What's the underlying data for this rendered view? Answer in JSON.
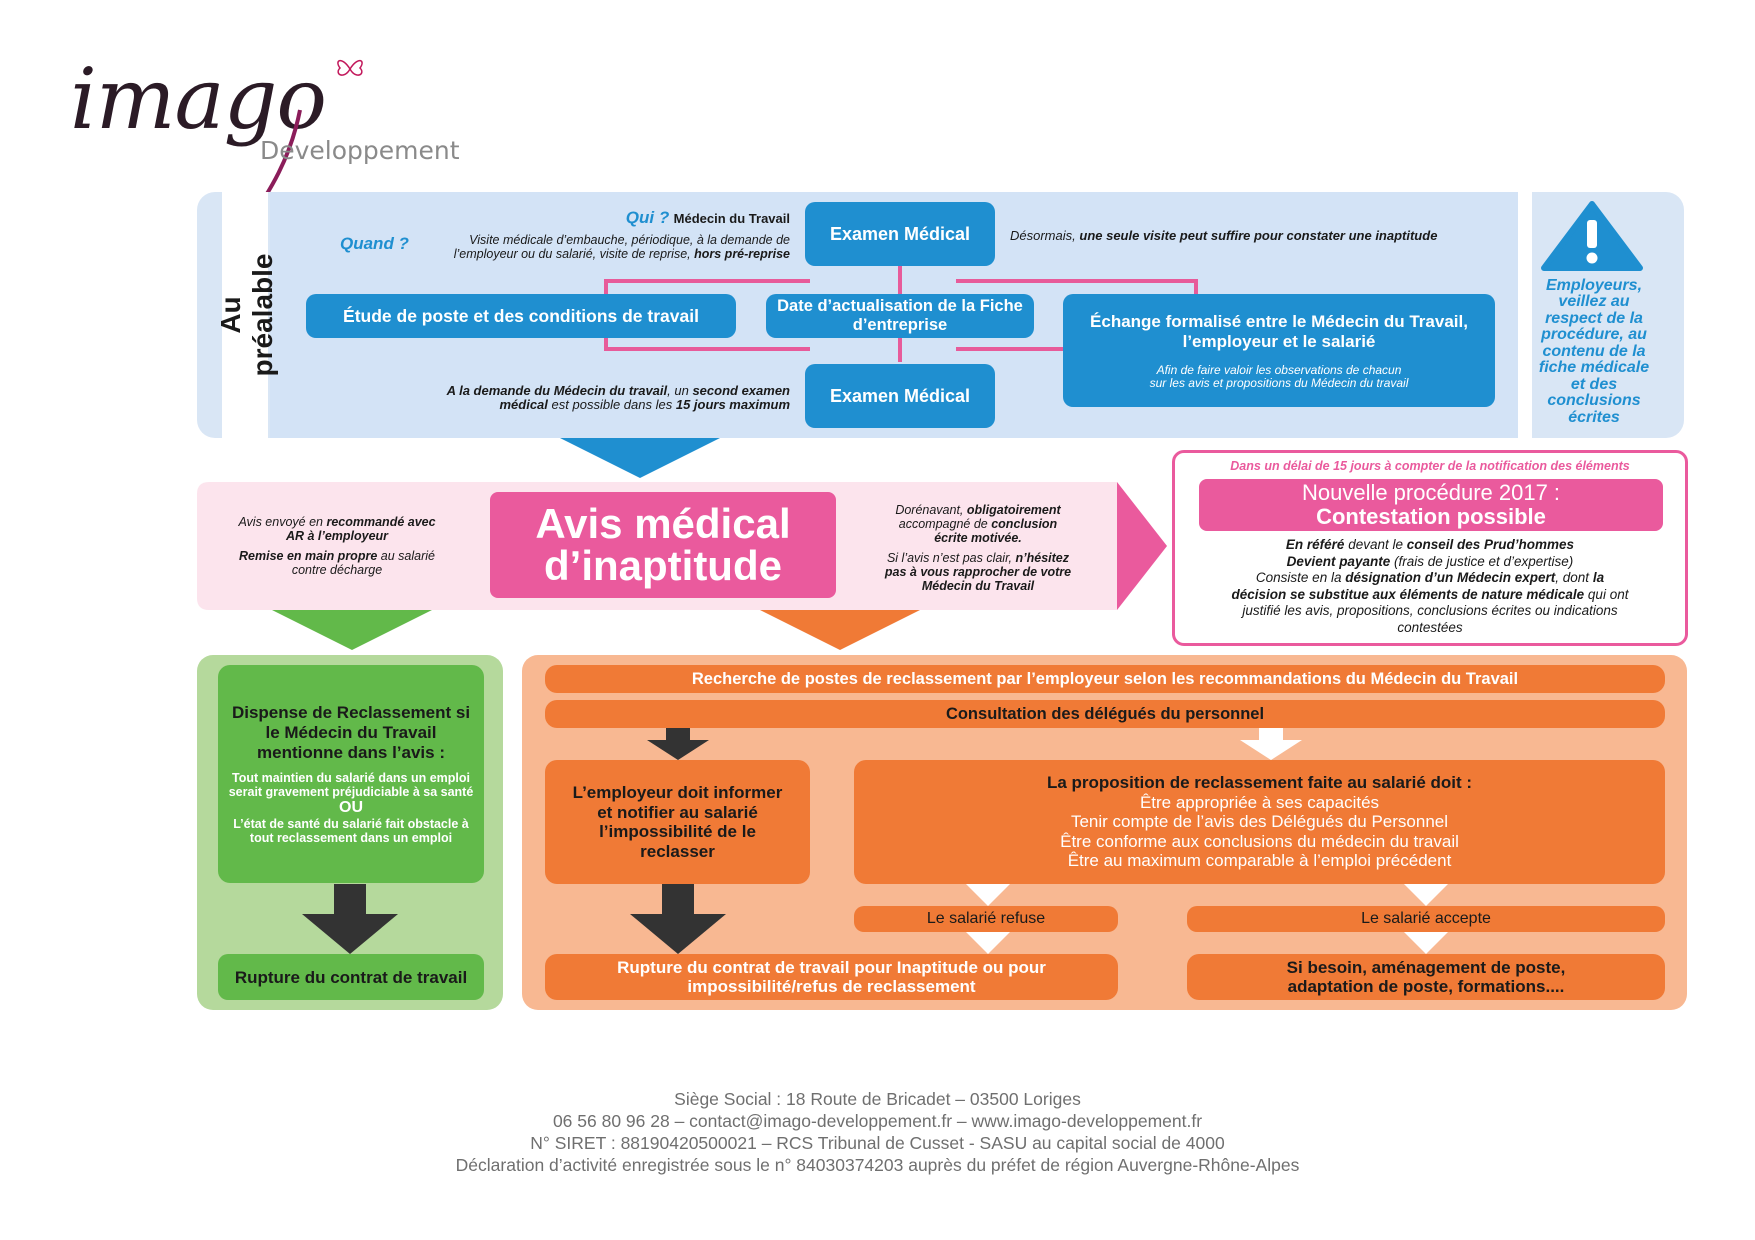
{
  "logo": {
    "word": "imago",
    "sub": "Developpement"
  },
  "prealable": {
    "side_label": "Au préalable",
    "qui_label": "Qui ?",
    "qui_text": "Médecin du Travail",
    "quand_label": "Quand ?",
    "quand_text_1": "Visite médicale d’embauche, périodique, à la demande de",
    "quand_text_2": "l’employeur ou du salarié, visite de reprise,",
    "quand_text_bold": "hors pré-reprise",
    "exam_1": "Examen Médical",
    "exam_2": "Examen Médical",
    "desormais_1": "Désormais,",
    "desormais_2": "une seule visite peut suffire pour constater une inaptitude",
    "etude": "Étude de poste et des conditions de travail",
    "date_fiche": "Date d’actualisation de la Fiche d’entreprise",
    "echange_title": "Échange formalisé entre le Médecin du Travail, l’employeur et le salarié",
    "echange_sub_1": "Afin de faire valoir les observations de chacun",
    "echange_sub_2": "sur les avis et propositions du Médecin du travail",
    "second_1a": "A la demande du Médecin du travail",
    "second_1b": ", un",
    "second_1c": "second examen",
    "second_2a": "médical",
    "second_2b": "est possible dans les",
    "second_2c": "15 jours maximum",
    "warning": "Employeurs, veillez au respect de la procédure, au contenu de la fiche médicale et des conclusions écrites"
  },
  "avis": {
    "title_1": "Avis médical",
    "title_2": "d’inaptitude",
    "left_1a": "Avis envoyé en",
    "left_1b": "recommandé avec",
    "left_1c": "AR à l’employeur",
    "left_2a": "Remise en main propre",
    "left_2b": "au salarié",
    "left_2c": "contre décharge",
    "right_1a": "Dorénavant,",
    "right_1b": "obligatoirement",
    "right_1c": "accompagné de",
    "right_1d": "conclusion",
    "right_1e": "écrite motivée.",
    "right_2a": "Si l’avis n’est pas clair,",
    "right_2b": "n’hésitez",
    "right_2c": "pas à vous rapprocher de votre",
    "right_2d": "Médecin du Travail"
  },
  "contestation": {
    "delai": "Dans un délai de 15 jours à compter de la notification des éléments",
    "title_1": "Nouvelle procédure 2017 :",
    "title_2": "Contestation possible",
    "l1a": "En référé",
    "l1b": "devant le",
    "l1c": "conseil des Prud’hommes",
    "l2a": "Devient payante",
    "l2b": "(frais de justice et d’expertise)",
    "l3a": "Consiste en la",
    "l3b": "désignation d’un Médecin expert",
    "l3c": ", dont",
    "l3d": "la",
    "l4a": "décision se substitue aux éléments de nature médicale",
    "l4b": "qui ont",
    "l5": "justifié les avis, propositions, conclusions écrites ou indications",
    "l6": "contestées"
  },
  "dispense": {
    "title": "Dispense de Reclassement si le Médecin du Travail mentionne dans l’avis :",
    "t1": "Tout maintien du salarié dans un emploi serait gravement préjudiciable à sa santé",
    "ou": "OU",
    "t2": "L’état de santé du salarié fait obstacle à tout reclassement dans un emploi",
    "rupture": "Rupture du contrat de travail"
  },
  "reclassement": {
    "recherche": "Recherche de postes de reclassement par l’employeur selon les recommandations du Médecin du Travail",
    "consultation": "Consultation des délégués du personnel",
    "employeur": "L’employeur doit informer et notifier au salarié l’impossibilité de le reclasser",
    "proposition_title": "La proposition de reclassement faite au salarié doit :",
    "p1": "Être appropriée à ses capacités",
    "p2": "Tenir compte de l’avis des Délégués du Personnel",
    "p3": "Être conforme aux conclusions du médecin du travail",
    "p4": "Être au maximum comparable à l’emploi précédent",
    "refuse": "Le salarié refuse",
    "accepte": "Le salarié accepte",
    "rupture": "Rupture du contrat de travail pour Inaptitude ou pour impossibilité/refus de reclassement",
    "besoin": "Si besoin, aménagement de poste, adaptation de poste, formations...."
  },
  "footer": {
    "l1": "Siège Social : 18 Route de Bricadet – 03500 Loriges",
    "l2": "06 56 80 96 28 – contact@imago-developpement.fr – www.imago-developpement.fr",
    "l3": "N° SIRET : 88190420500021 – RCS Tribunal de Cusset - SASU au capital social de 4000",
    "l4": "Déclaration d’activité enregistrée sous le n° 84030374203 auprès du préfet de région Auvergne-Rhône-Alpes"
  }
}
